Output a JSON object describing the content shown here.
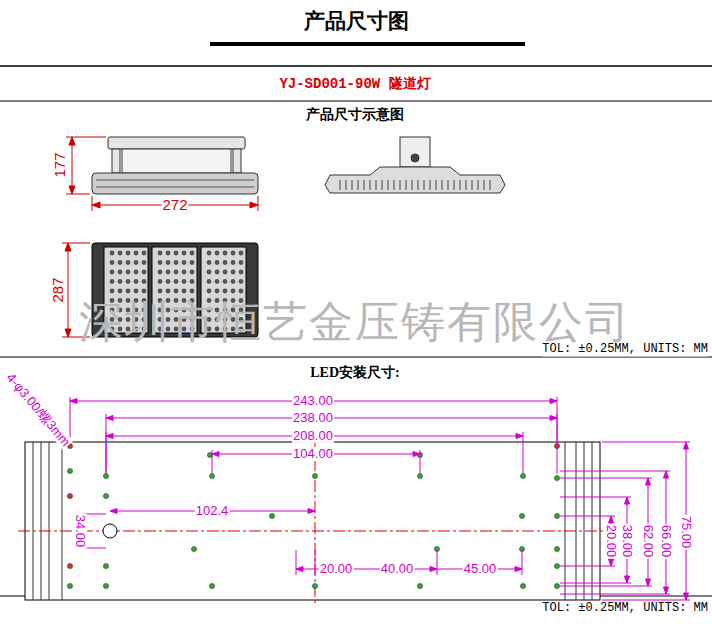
{
  "diagram": {
    "title": "产品尺寸图",
    "labels": [
      "YJ-SD001-90W  隧道灯",
      "产品尺寸示意图",
      "177",
      "272",
      "287",
      "深圳市恒艺金压铸有限公司",
      "TOL: ±0.25MM, UNITS: MM",
      "LED安装尺寸:",
      "4-φ3.00/螺3mm",
      "243.00",
      "238.00",
      "208.00",
      "104.00",
      "102.4",
      "34.00",
      "20.00",
      "40.00",
      "45.00",
      "20.00",
      "38.00",
      "62.00",
      "66.00",
      "75.00",
      "TOL: ±0.25MM, UNITS: MM"
    ]
  }
}
